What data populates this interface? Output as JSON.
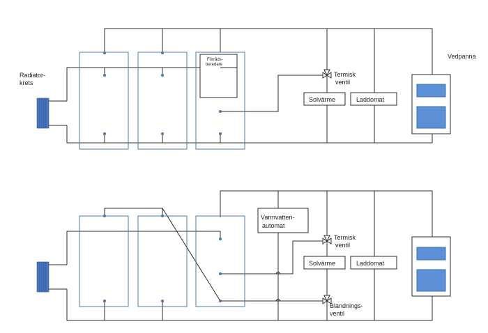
{
  "diagram1": {
    "radiator_label_line1": "Radiator-",
    "radiator_label_line2": "krets",
    "storage_label_line1": "Förråds-",
    "storage_label_line2": "beredare",
    "valve_label_line1": "Termisk",
    "valve_label_line2": "ventil",
    "solar_label": "Solvärme",
    "laddomat_label": "Laddomat",
    "boiler_label": "Vedpanna"
  },
  "diagram2": {
    "hotwater_label_line1": "Varmvatten-",
    "hotwater_label_line2": "automat",
    "valve_label_line1": "Termisk",
    "valve_label_line2": "ventil",
    "solar_label": "Solvärme",
    "laddomat_label": "Laddomat",
    "mixing_label_line1": "Blandnings-",
    "mixing_label_line2": "ventil"
  },
  "colors": {
    "tank_outline": "#4a78a8",
    "boiler_panel": "#5b8fd6",
    "radiator": "#4a78c4",
    "line": "#2b2b2b"
  }
}
